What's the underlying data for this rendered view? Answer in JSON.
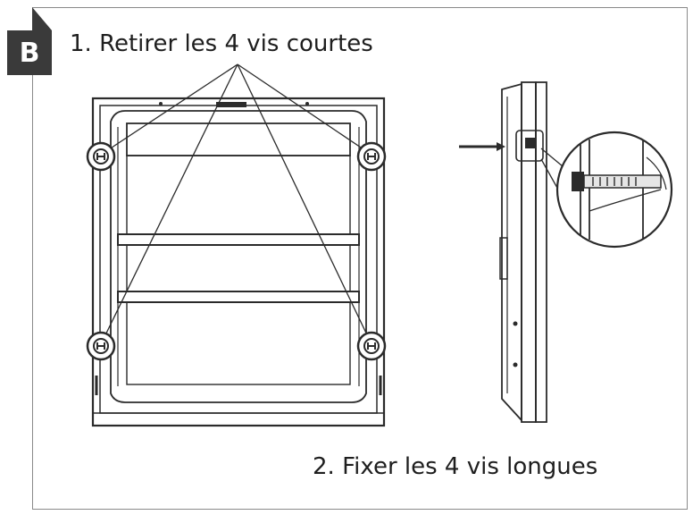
{
  "panel_label": "B",
  "steps": {
    "step1": "1. Retirer les 4 vis courtes",
    "step2": "2. Fixer les 4 vis longues"
  },
  "colors": {
    "line": "#2b2b2b",
    "badge": "#3a3a3a",
    "frame": "#8a8a8a"
  }
}
